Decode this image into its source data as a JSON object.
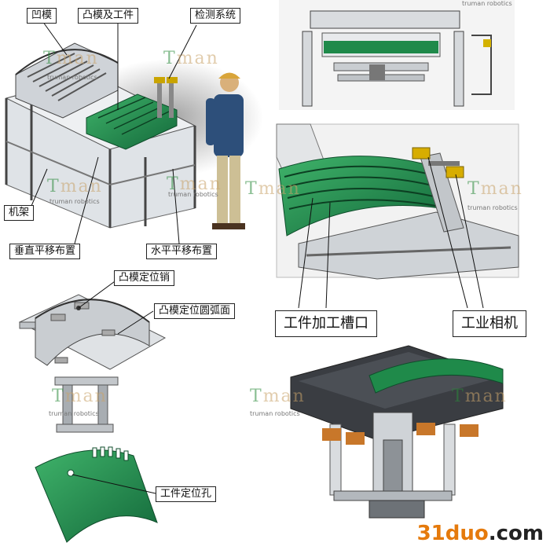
{
  "labels": {
    "female_die": "凹模",
    "male_die_workpiece": "凸模及工件",
    "inspection_system": "检测系统",
    "frame": "机架",
    "vertical_translation": "垂直平移布置",
    "horizontal_translation": "水平平移布置",
    "workpiece_groove": "工件加工槽口",
    "industrial_camera": "工业相机",
    "male_die_pin": "凸模定位销",
    "male_die_arc": "凸模定位圆弧面",
    "workpiece_hole": "工件定位孔"
  },
  "watermark": {
    "logo_t": "T",
    "logo_rest": "man",
    "sub": "truman robotics"
  },
  "brand": {
    "number": "31duo",
    "domain": ".com"
  },
  "colors": {
    "green_part": "#1f8a4a",
    "frame_grey": "#b9bec4",
    "orange_block": "#c8772a",
    "accent_orange": "#e57a0c"
  }
}
